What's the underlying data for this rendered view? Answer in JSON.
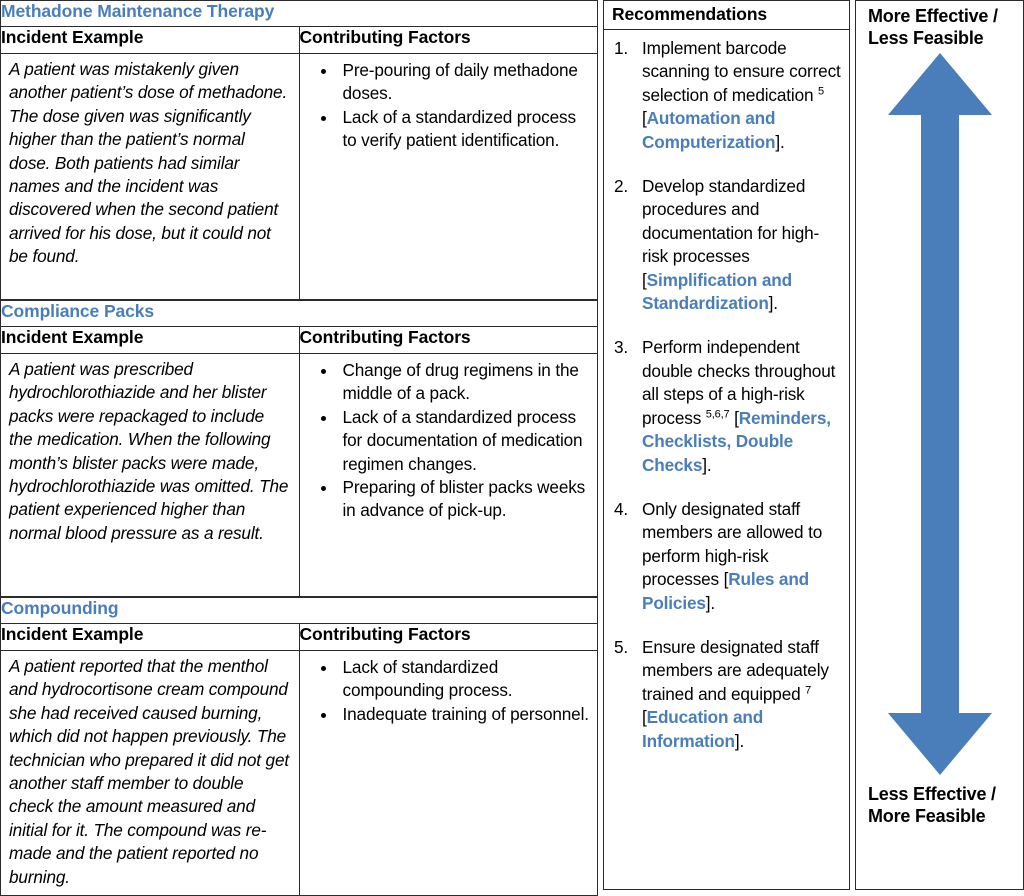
{
  "colors": {
    "accent_blue": "#4a7ebb",
    "border": "#2b2b2b",
    "text": "#000000"
  },
  "columns": {
    "incident_example": "Incident Example",
    "contributing_factors": "Contributing Factors"
  },
  "sections": [
    {
      "title": "Methadone Maintenance Therapy",
      "incident": "A patient was mistakenly given another patient’s dose of methadone. The dose given was significantly higher than the patient’s normal dose. Both patients had similar names and the incident was discovered when the second patient arrived for his dose, but it could not be found.",
      "factors": [
        "Pre-pouring of daily methadone doses.",
        "Lack of a standardized process to verify patient identification."
      ]
    },
    {
      "title": "Compliance Packs",
      "incident": "A patient was prescribed hydrochlorothiazide and her blister packs were repackaged to include the medication. When the following month’s blister packs were made, hydrochlorothiazide was omitted. The patient experienced higher than normal blood pressure as a result.",
      "factors": [
        "Change of drug regimens in the middle of a pack.",
        "Lack of a standardized process for documentation of medication regimen changes.",
        "Preparing of blister packs weeks in advance of pick-up."
      ]
    },
    {
      "title": "Compounding",
      "incident": "A patient reported that the menthol and hydrocortisone cream compound she had received caused burning, which did not happen previously. The technician who prepared it did not get another staff member to double check the amount measured and initial for it. The compound was re-made and the patient reported no burning.",
      "factors": [
        "Lack of standardized compounding process.",
        "Inadequate training of personnel."
      ]
    }
  ],
  "recommendations": {
    "heading": "Recommendations",
    "items": [
      {
        "number": "1.",
        "before": "Implement barcode scanning to ensure correct selection of medication ",
        "superscript": "5",
        "open_bracket": " [",
        "keyword": "Automation and Computerization",
        "close_bracket": "]."
      },
      {
        "number": "2.",
        "before": "Develop standardized procedures and documentation for high-risk processes ",
        "superscript": "",
        "open_bracket": "[",
        "keyword": "Simplification and Standardization",
        "close_bracket": "]."
      },
      {
        "number": "3.",
        "before": "Perform independent double checks throughout all steps of a high-risk process ",
        "superscript": "5,6,7",
        "open_bracket": " [",
        "keyword": "Reminders, Checklists, Double Checks",
        "close_bracket": "]."
      },
      {
        "number": "4.",
        "before": "Only designated staff members are allowed to perform high-risk processes ",
        "superscript": "",
        "open_bracket": "[",
        "keyword": "Rules and Policies",
        "close_bracket": "]."
      },
      {
        "number": "5.",
        "before": "Ensure designated staff members are adequately trained and equipped ",
        "superscript": "7",
        "open_bracket": " [",
        "keyword": "Education and Information",
        "close_bracket": "]."
      }
    ]
  },
  "effectiveness_scale": {
    "top_label_line1": "More Effective /",
    "top_label_line2": "Less Feasible",
    "bottom_label_line1": "Less Effective /",
    "bottom_label_line2": "More Feasible",
    "arrow_icon": "double-headed-vertical-arrow",
    "arrow_color": "#4a7ebb"
  }
}
